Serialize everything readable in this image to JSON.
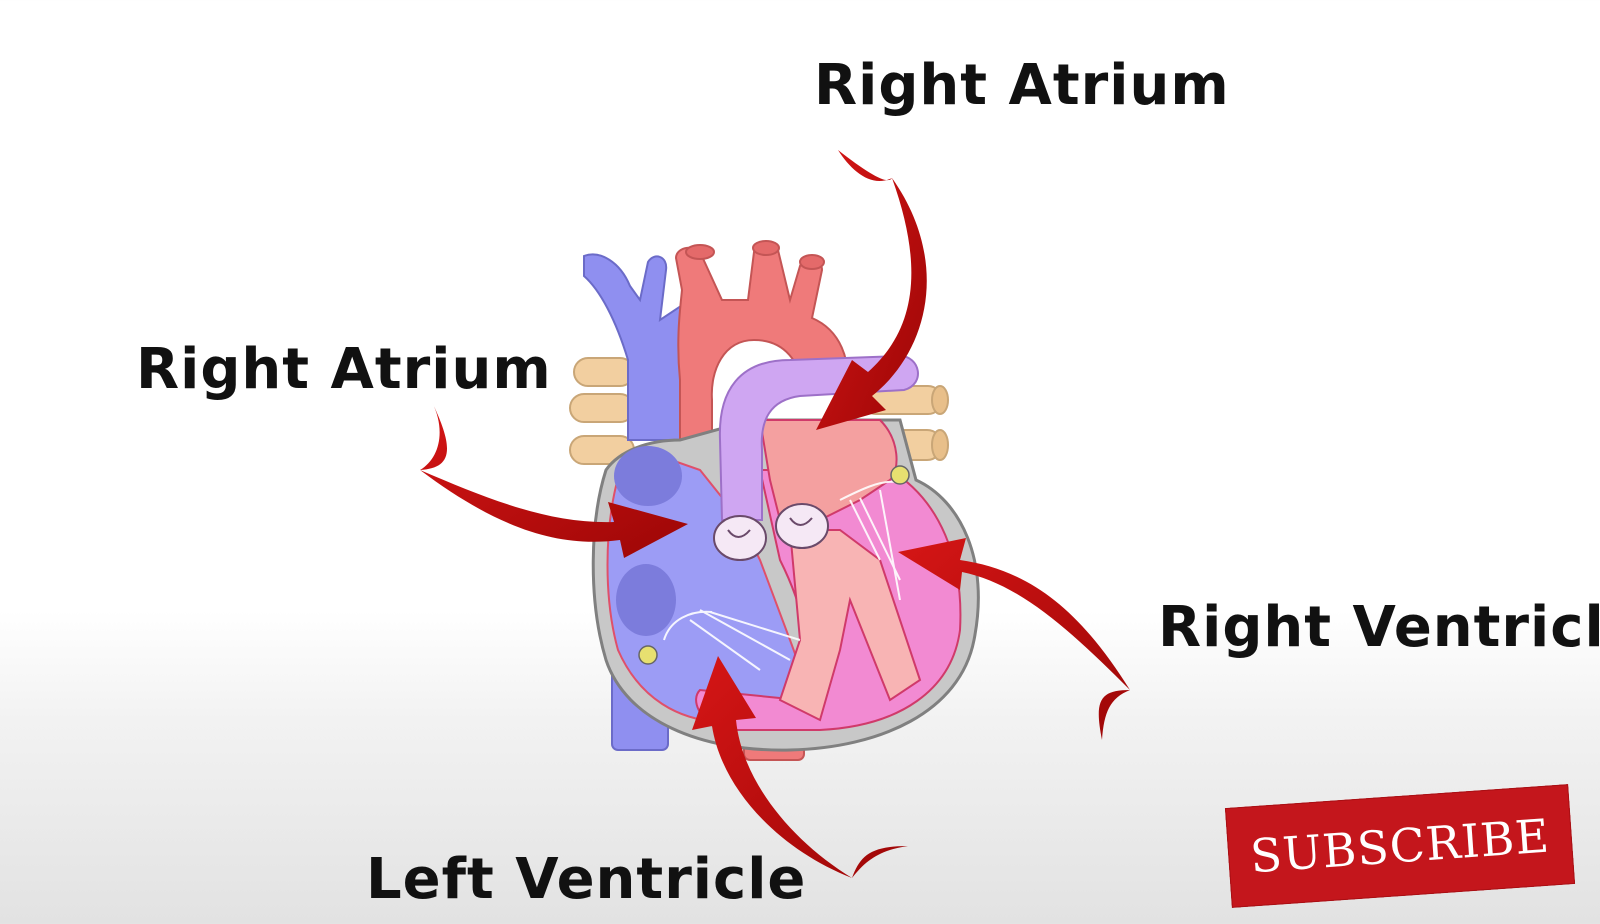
{
  "labels": {
    "right_atrium_top": "Right Atrium",
    "right_atrium_left": "Right Atrium",
    "right_ventricle": "Right Ventricle",
    "left_ventricle": "Left Ventricle"
  },
  "subscribe_button": "SUBSCRIBE",
  "colors": {
    "arrow": "#c00e0e",
    "vein_blue": "#8f8ff0",
    "artery_red": "#ef7a7a",
    "ventricle_pink": "#f28ad2",
    "pulmonary_purple": "#cfa6f2",
    "fat_tan": "#f2cfa0",
    "subscribe_red": "#c4161c"
  }
}
